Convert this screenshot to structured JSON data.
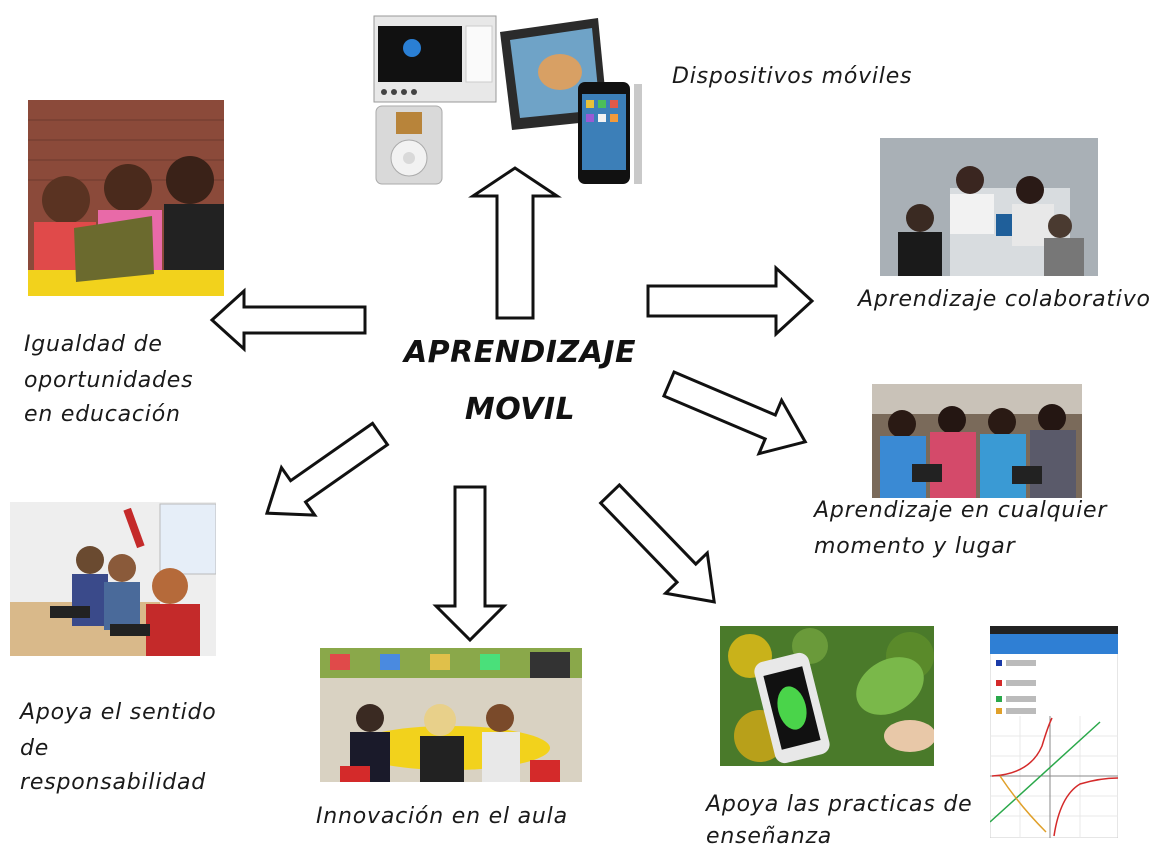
{
  "center": {
    "line1": "APRENDIZAJE",
    "line2": "MOVIL"
  },
  "nodes": {
    "devices": "Dispositivos móviles",
    "collaborative": "Aprendizaje colaborativo",
    "anytime_line1": "Aprendizaje en cualquier",
    "anytime_line2": "momento y lugar",
    "teaching_line1": "Apoya las practicas de",
    "teaching_line2": "enseñanza",
    "innovation": "Innovación en el aula",
    "responsibility_line1": "Apoya el sentido",
    "responsibility_line2": "de",
    "responsibility_line3": "responsabilidad",
    "equality_line1": "Igualdad de",
    "equality_line2": "oportunidades",
    "equality_line3": "en educación"
  },
  "colors": {
    "arrow_fill": "#ffffff",
    "arrow_stroke": "#111111",
    "text": "#1a1a1a"
  },
  "icons": {
    "devices": "media-devices-photo",
    "collaborative": "group-study-photo",
    "anytime": "students-with-tablets-photo",
    "teaching": "phone-leaf-photo",
    "graph": "function-graph-screenshot",
    "innovation": "classroom-photo",
    "responsibility": "kids-with-tablets-photo",
    "equality": "children-with-tablet-photo"
  }
}
